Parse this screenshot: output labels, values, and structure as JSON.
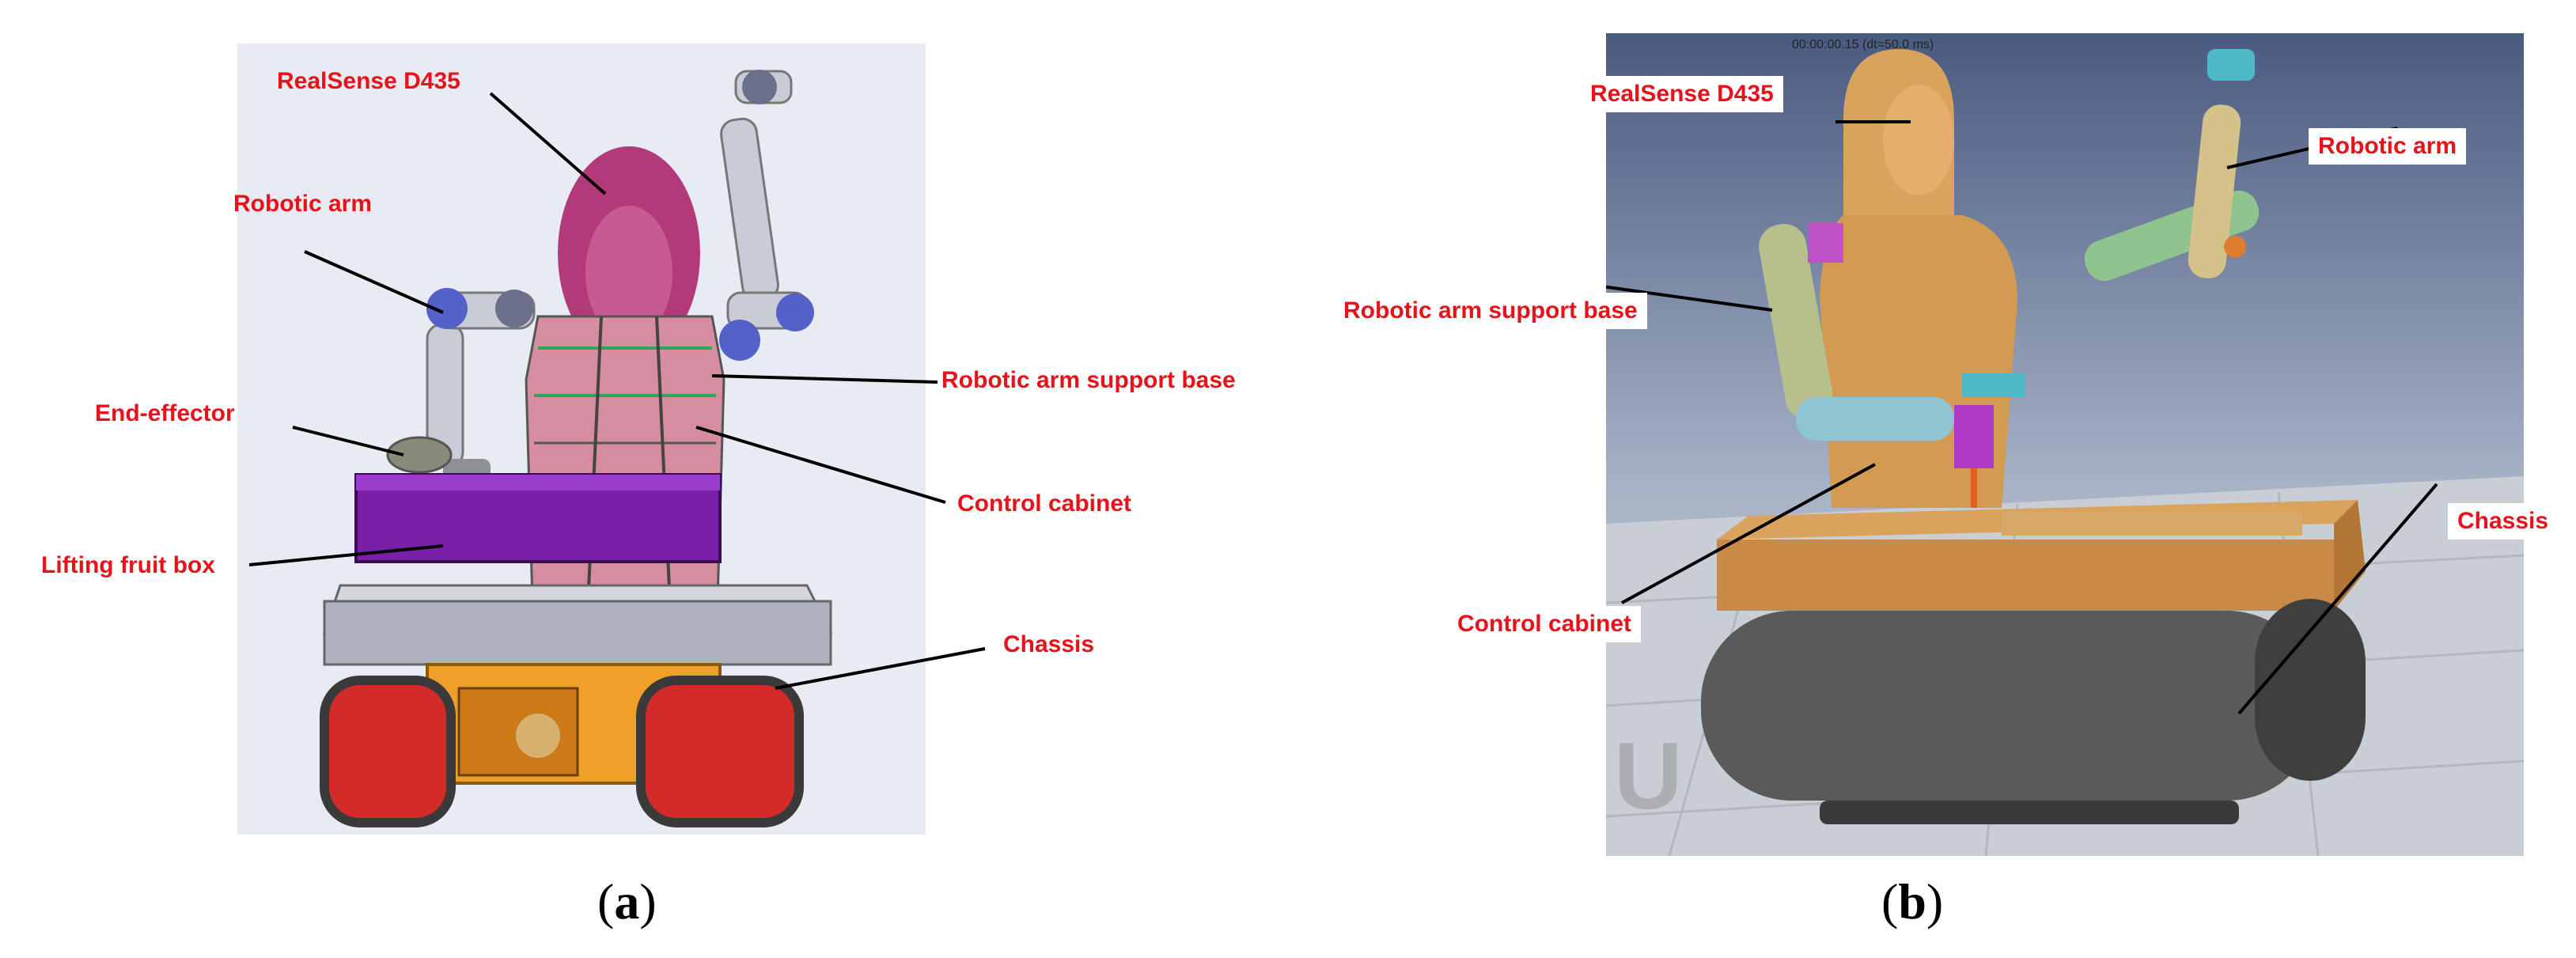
{
  "panel_a": {
    "labels": {
      "realsense": "RealSense D435",
      "robotic_arm": "Robotic arm",
      "arm_support_base": "Robotic arm support base",
      "end_effector": "End-effector",
      "control_cabinet": "Control cabinet",
      "lifting_fruit_box": "Lifting fruit box",
      "chassis": "Chassis"
    },
    "caption_letter": "a"
  },
  "panel_b": {
    "timestamp": "00:00:00.15 (dt=50.0 ms)",
    "labels": {
      "realsense": "RealSense D435",
      "robotic_arm": "Robotic arm",
      "arm_support_base": "Robotic arm support base",
      "control_cabinet": "Control cabinet",
      "chassis": "Chassis"
    },
    "watermark": "U",
    "caption_letter": "b"
  },
  "colors": {
    "label_red": "#e8121b",
    "cad_purple": "#7a1fa8",
    "sim_tan": "#d9a35d",
    "sim_track": "#5a5a5a"
  }
}
